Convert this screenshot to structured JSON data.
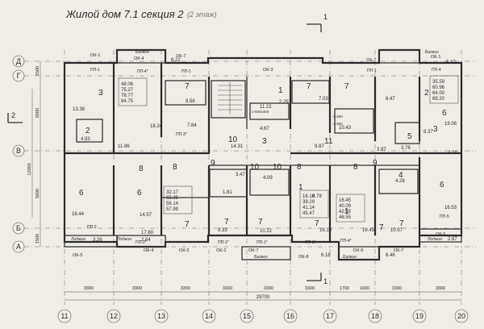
{
  "title": "Жилой дом 7.1  секция 2",
  "note": "(2 этаж)",
  "section_mark": "1",
  "side_mark": "2",
  "row_axes": [
    "Д",
    "Г",
    "В",
    "Б",
    "А"
  ],
  "col_axes": [
    "11",
    "12",
    "13",
    "14",
    "15",
    "16",
    "17",
    "18",
    "19",
    "20"
  ],
  "left_dims": [
    "1500",
    "6000",
    "12000",
    "5600",
    "1500"
  ],
  "bottom_dims": [
    "3300",
    "3300",
    "3300",
    "3300",
    "3300",
    "3300",
    "1700",
    "1600",
    "3300",
    "3300"
  ],
  "overall_dim": "29700",
  "room_numbers": [
    "3",
    "2",
    "6",
    "6",
    "8",
    "8",
    "7",
    "7",
    "10",
    "7",
    "1",
    "3",
    "9",
    "11",
    "7",
    "9",
    "8",
    "8",
    "10",
    "10",
    "7",
    "7",
    "7",
    "1",
    "1",
    "7",
    "7",
    "6",
    "6",
    "2",
    "3",
    "5",
    "4"
  ],
  "areas": [
    "13.38",
    "18.24",
    "11.86",
    "8.56",
    "7.84",
    "14.31",
    "9.87",
    "7.03",
    "11.22",
    "2.29",
    "4.67",
    "8.47",
    "19.06",
    "3.34",
    "3.76",
    "8.37",
    "3.97",
    "16.44",
    "14.57",
    "17.60",
    "9.33",
    "10.22",
    "8.79",
    "10.43",
    "16.45",
    "16.19",
    "10.57",
    "4.93",
    "2.64",
    "3.26",
    "6.22",
    "5.37",
    "2.87",
    "6.18",
    "6.46",
    "1.81",
    "3.47",
    "4.09",
    "4.28",
    "16.53"
  ],
  "apartment_tables": [
    [
      "48.06",
      "75.27",
      "78.77",
      "84.75"
    ],
    [
      "32.17",
      "55.35",
      "56.14",
      "57.99"
    ],
    [
      "16.19",
      "39.29",
      "41.14",
      "45.47"
    ],
    [
      "16.45",
      "40.09",
      "42.03",
      "46.55"
    ],
    [
      "35.59",
      "60.96",
      "64.00",
      "69.20"
    ]
  ],
  "window_tags": [
    "ОК-1",
    "ОК-4",
    "ОК-7",
    "ОК-3",
    "ОК-7",
    "ОК-1",
    "ОК-2",
    "ОК-5",
    "ОК-5",
    "ОК-2",
    "ОК-4",
    "ОК-7",
    "ОК-6",
    "ОК-7",
    "ОК-8"
  ],
  "partition_tags": [
    "ПП-1",
    "ПП-4*",
    "ПП-1",
    "ПП-2*",
    "ПП-1*",
    "ПП-1*",
    "ПП-4*",
    "ПП-1*",
    "ПП-1",
    "ПП-5",
    "ПП-4",
    "ПП-3*",
    "ПП-2"
  ],
  "balcony_labels": [
    "Балкон",
    "Балкон",
    "Лоджия",
    "Лоджия",
    "Балкон",
    "Балкон",
    "Лоджия"
  ],
  "shaft_labels": [
    "1-600х400",
    "-5.600",
    "-2.800"
  ]
}
